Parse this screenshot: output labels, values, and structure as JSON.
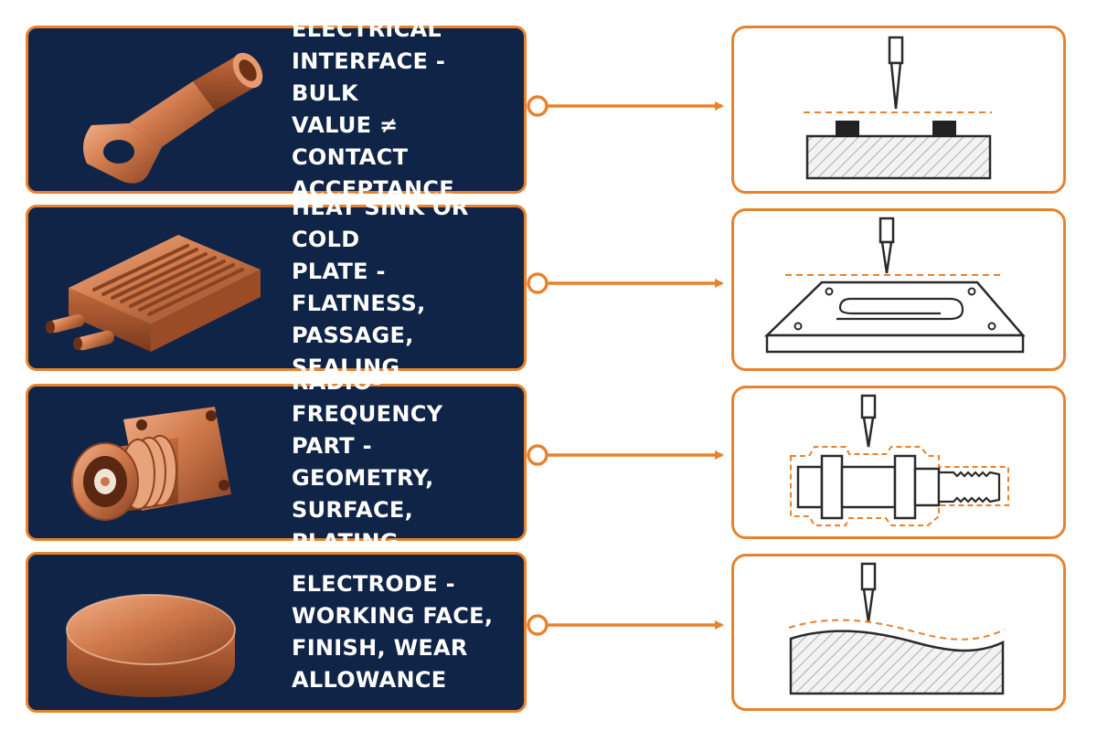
{
  "colors": {
    "card_background": "#0f2447",
    "accent_orange": "#e8822e",
    "copper": "#c9754a",
    "sketch_line": "#2a2a2a"
  },
  "rows": [
    {
      "label": "ELECTRICAL\nINTERFACE - BULK\nVALUE ≠ CONTACT\nACCEPTANCE",
      "part_icon": "copper-cable-lug",
      "sketch_icon": "probe-over-contact-pads"
    },
    {
      "label": "HEAT SINK OR COLD\nPLATE - FLATNESS,\nPASSAGE, SEALING",
      "part_icon": "copper-cold-plate",
      "sketch_icon": "probe-over-flat-plate"
    },
    {
      "label": "RADIO-FREQUENCY\nPART - GEOMETRY,\nSURFACE, PLATING",
      "part_icon": "copper-rf-connector",
      "sketch_icon": "probe-over-turned-part-outline"
    },
    {
      "label": "ELECTRODE -\nWORKING FACE,\nFINISH, WEAR\nALLOWANCE",
      "part_icon": "copper-disc-electrode",
      "sketch_icon": "probe-over-wavy-surface"
    }
  ]
}
